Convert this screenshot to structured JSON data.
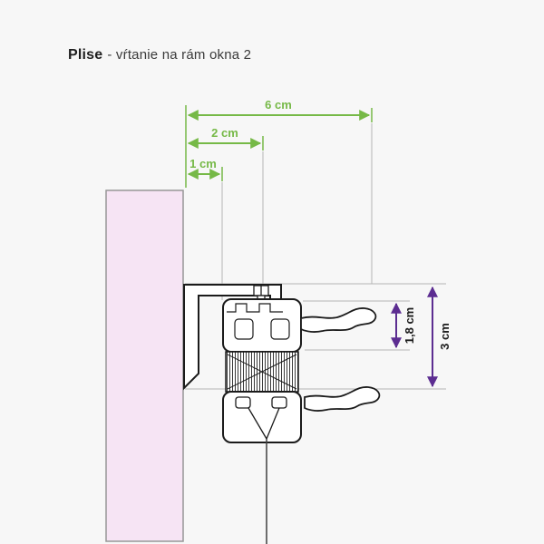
{
  "title": {
    "product": "Plise",
    "subtitle": "- vŕtanie na rám okna 2"
  },
  "dimensions": {
    "h6": "6 cm",
    "h2": "2 cm",
    "h1": "1 cm",
    "v18": "1,8 cm",
    "v3": "3 cm"
  },
  "colors": {
    "background": "#f7f7f7",
    "dimension_green": "#76b947",
    "dimension_purple": "#5c2d91",
    "label_dark": "#1b1b1b",
    "frame_fill": "#f6e4f4",
    "frame_stroke": "#979797",
    "drawing_stroke": "#1b1b1b",
    "projection_gray": "#b5b5b5",
    "cord": "#3f3f3f"
  }
}
